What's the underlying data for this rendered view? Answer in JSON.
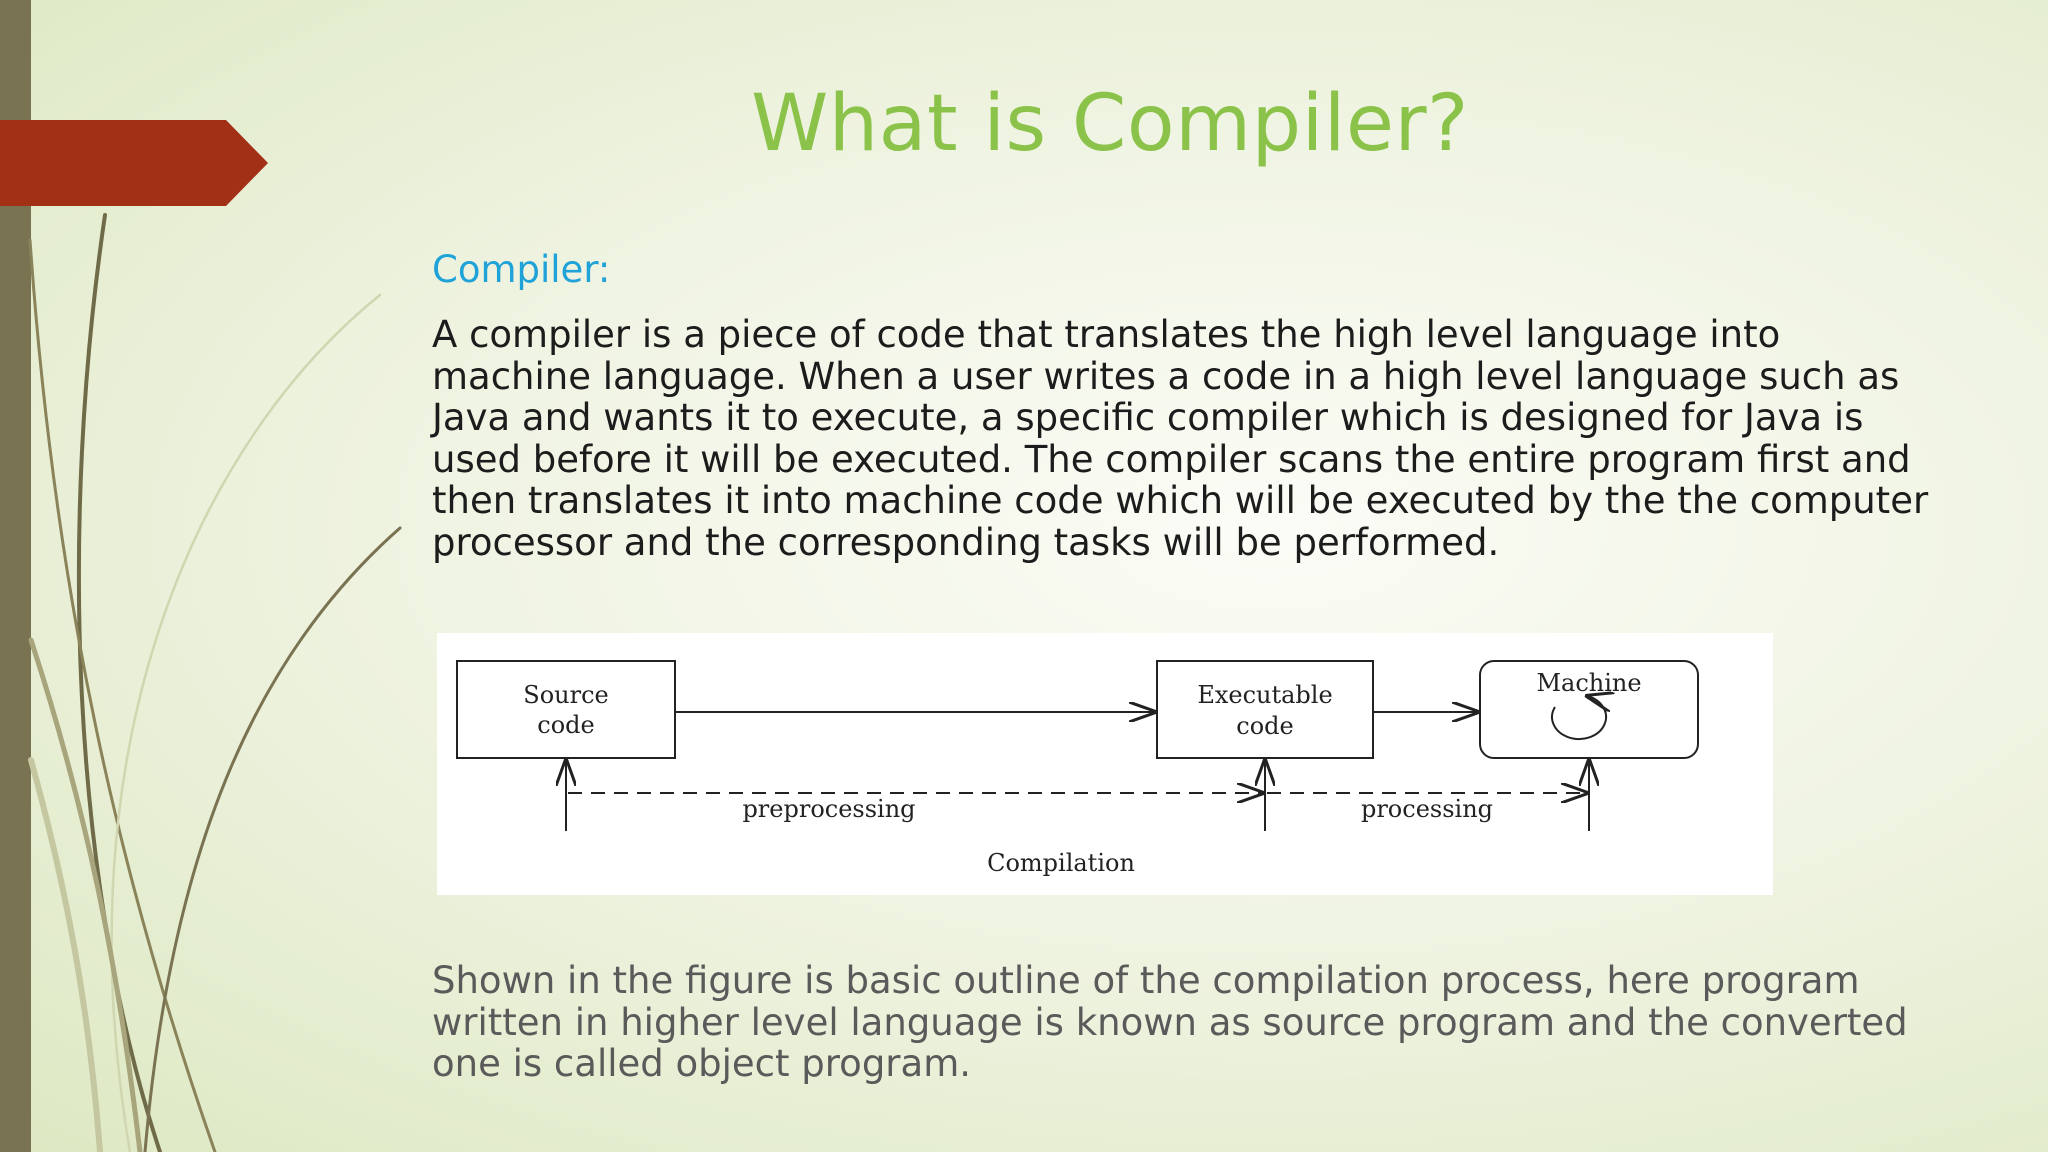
{
  "slide": {
    "title": "What is Compiler?",
    "subheading": "Compiler:",
    "body": "A compiler is a piece of code that translates the high level language into machine language. When a user writes a code in a high level language such as Java and wants it to execute, a specific compiler which is designed for Java is used before it will be executed. The compiler scans the entire program first and then translates it into machine code which will be executed by the the computer processor and the corresponding tasks will be performed.",
    "caption": "Shown in the figure is basic outline of the compilation process, here program written in higher level language is known as source program and the converted one is called object program."
  },
  "diagram": {
    "source_line1": "Source",
    "source_line2": "code",
    "executable_line1": "Executable",
    "executable_line2": "code",
    "machine_label": "Machine",
    "preprocessing_label": "preprocessing",
    "processing_label": "processing",
    "compilation_label": "Compilation"
  },
  "colors": {
    "title": "#8bc34a",
    "subheading": "#1fa2d8",
    "accent_tab": "#a23016",
    "left_bar": "#7a7352"
  }
}
